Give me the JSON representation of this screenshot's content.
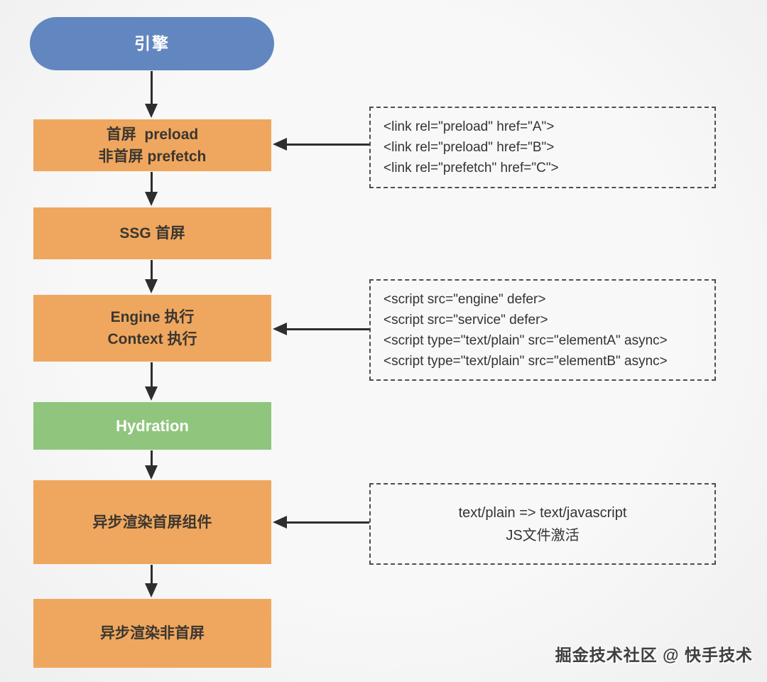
{
  "nodes": {
    "engine": {
      "label": "引擎"
    },
    "preload": {
      "line1": "首屏  preload",
      "line2": "非首屏 prefetch"
    },
    "ssg": {
      "label": "SSG 首屏"
    },
    "engine_exec": {
      "line1": "Engine 执行",
      "line2": "Context 执行"
    },
    "hydration": {
      "label": "Hydration"
    },
    "async_first": {
      "label": "异步渲染首屏组件"
    },
    "async_rest": {
      "label": "异步渲染非首屏"
    }
  },
  "annotations": {
    "links": {
      "lines": [
        "<link rel=\"preload\" href=\"A\">",
        "<link rel=\"preload\" href=\"B\">",
        "<link rel=\"prefetch\" href=\"C\">"
      ]
    },
    "scripts": {
      "lines": [
        "<script src=\"engine\" defer>",
        "<script src=\"service\" defer>",
        "<script type=\"text/plain\" src=\"elementA\" async>",
        "<script type=\"text/plain\" src=\"elementB\" async>"
      ]
    },
    "activation": {
      "lines": [
        "text/plain => text/javascript",
        "JS文件激活"
      ]
    }
  },
  "watermark": "掘金技术社区 @ 快手技术",
  "colors": {
    "node_blue": "#6286bf",
    "node_orange": "#efa75f",
    "node_green": "#90c57d",
    "arrow": "#2e2e2e",
    "dashed_border": "#4e4e4e",
    "text_dark": "#3b362f",
    "background": "#f6f6f6"
  }
}
